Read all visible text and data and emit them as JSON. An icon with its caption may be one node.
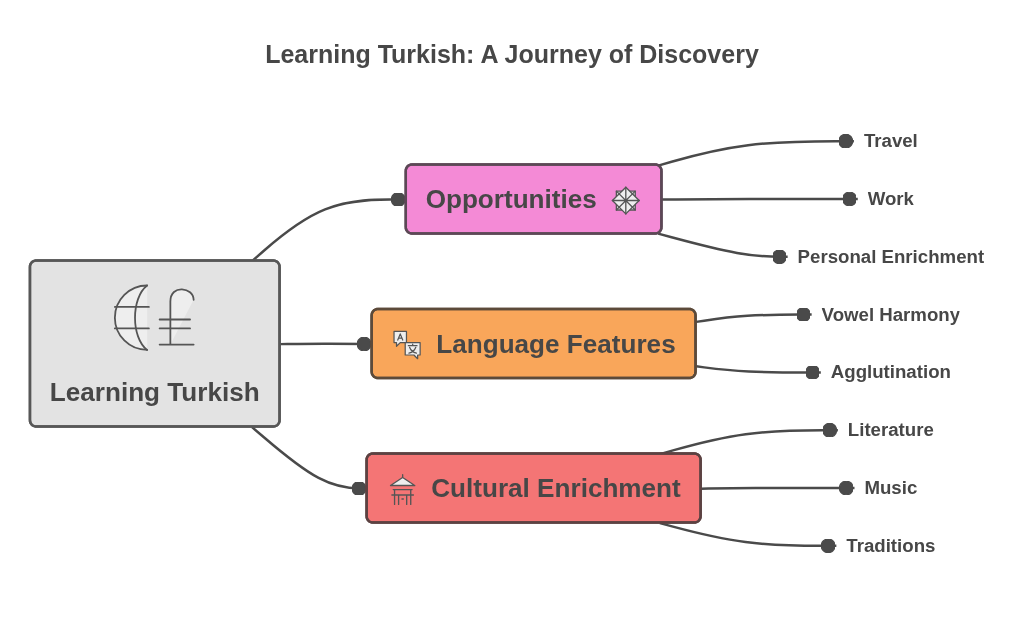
{
  "diagram": {
    "title": "Learning Turkish: A Journey of Discovery",
    "nodes": [
      {
        "text": [
          "Learning Turkish"
        ]
      },
      {
        "text": [
          "Opportunities"
        ]
      },
      {
        "text": [
          "Travel"
        ]
      },
      {
        "text": [
          "Work"
        ]
      },
      {
        "text": [
          "Personal Enrichment"
        ]
      },
      {
        "text": [
          "Language Features"
        ]
      },
      {
        "text": [
          "Vowel Harmony"
        ]
      },
      {
        "text": [
          "Agglutination"
        ]
      },
      {
        "text": [
          "Cultural Enrichment"
        ]
      },
      {
        "text": [
          "Literature"
        ]
      },
      {
        "text": [
          "Music"
        ]
      },
      {
        "text": [
          "Traditions"
        ]
      }
    ],
    "edges": [
      {
        "from": 0,
        "to": 1,
        "arrow": "other"
      },
      {
        "from": 1,
        "to": 2,
        "arrow": "other"
      },
      {
        "from": 1,
        "to": 3,
        "arrow": "other"
      },
      {
        "from": 1,
        "to": 4,
        "arrow": "other"
      },
      {
        "from": 0,
        "to": 5,
        "arrow": "other"
      },
      {
        "from": 5,
        "to": 6,
        "arrow": "other"
      },
      {
        "from": 5,
        "to": 7,
        "arrow": "other"
      },
      {
        "from": 0,
        "to": 8,
        "arrow": "other"
      },
      {
        "from": 8,
        "to": 9,
        "arrow": "other"
      },
      {
        "from": 8,
        "to": 10,
        "arrow": "other"
      },
      {
        "from": 8,
        "to": 11,
        "arrow": "other"
      }
    ]
  }
}
